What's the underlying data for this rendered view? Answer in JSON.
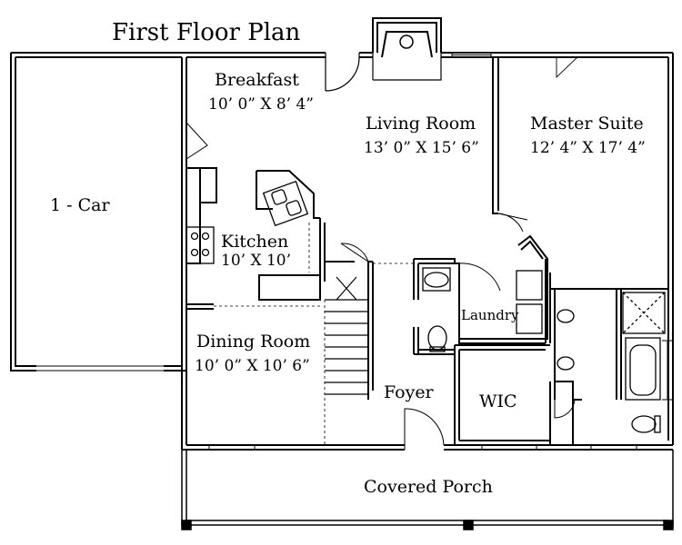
{
  "title": "First Floor Plan",
  "rooms": {
    "garage": {
      "name": "1 - Car"
    },
    "breakfast": {
      "name": "Breakfast",
      "dims": "10’ 0” X 8’ 4”"
    },
    "living": {
      "name": "Living Room",
      "dims": "13’ 0” X 15’ 6”"
    },
    "master": {
      "name": "Master Suite",
      "dims": "12’ 4” X 17’ 4”"
    },
    "kitchen": {
      "name": "Kitchen",
      "dims": "10’ X 10’"
    },
    "laundry": {
      "name": "Laundry"
    },
    "dining": {
      "name": "Dining Room",
      "dims": "10’ 0” X 10’ 6”"
    },
    "wic": {
      "name": "WIC"
    },
    "foyer": {
      "name": "Foyer"
    },
    "porch": {
      "name": "Covered Porch"
    }
  }
}
